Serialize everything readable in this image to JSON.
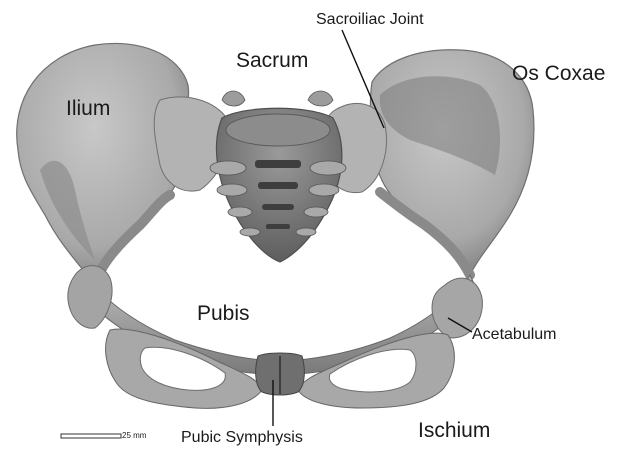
{
  "labels": {
    "sacroiliac_joint": "Sacroiliac Joint",
    "sacrum": "Sacrum",
    "os_coxae": "Os Coxae",
    "ilium": "Ilium",
    "pubis": "Pubis",
    "acetabulum": "Acetabulum",
    "pubic_symphysis": "Pubic Symphysis",
    "ischium": "Ischium"
  },
  "scale_bar": {
    "label": "25 mm"
  },
  "colors": {
    "bone_light": "#bdbdbd",
    "bone_mid": "#9a9a9a",
    "bone_dark": "#6a6a6a",
    "background": "#ffffff",
    "text": "#1a1a1a"
  }
}
